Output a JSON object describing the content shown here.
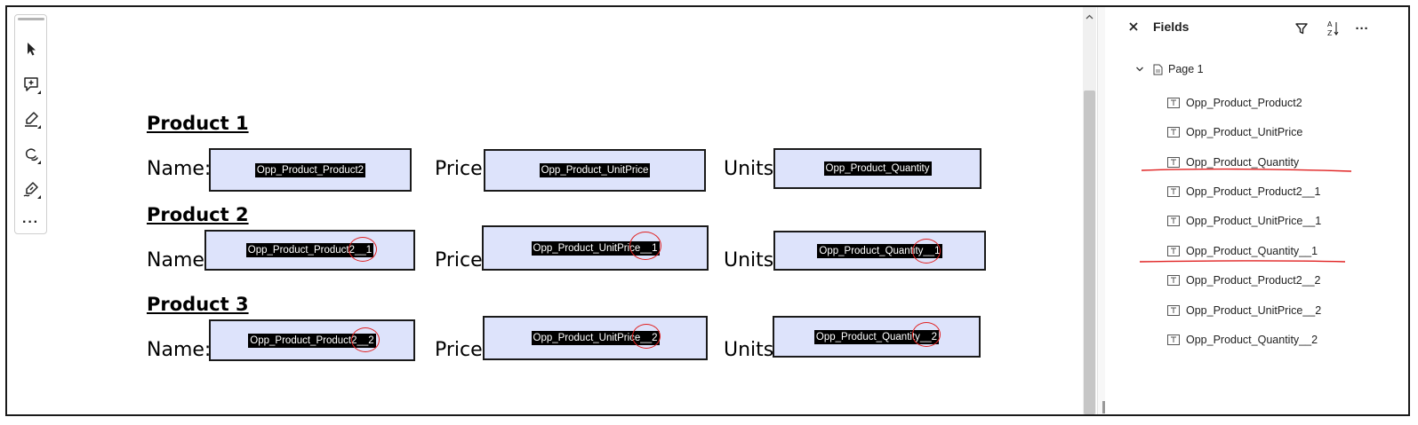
{
  "document": {
    "products": [
      {
        "heading": "Product 1",
        "name_label": "Name:",
        "price_label": "Price",
        "units_label": "Units",
        "fields": [
          "Opp_Product_Product2",
          "Opp_Product_UnitPrice",
          "Opp_Product_Quantity"
        ]
      },
      {
        "heading": "Product 2",
        "name_label": "Name:",
        "price_label": "Price",
        "units_label": "Units",
        "fields": [
          "Opp_Product_Product2__1",
          "Opp_Product_UnitPrice__1",
          "Opp_Product_Quantity__1"
        ]
      },
      {
        "heading": "Product 3",
        "name_label": "Name:",
        "price_label": "Price",
        "units_label": "Units",
        "fields": [
          "Opp_Product_Product2__2",
          "Opp_Product_UnitPrice__2",
          "Opp_Product_Quantity__2"
        ]
      }
    ]
  },
  "toolbar": {
    "tools": [
      "select-cursor-icon",
      "add-comment-icon",
      "highlight-pen-icon",
      "draw-freehand-icon",
      "sign-pen-icon"
    ],
    "more_label": "···"
  },
  "panel": {
    "title": "Fields",
    "close_label": "×",
    "page_label": "Page 1",
    "fields": [
      "Opp_Product_Product2",
      "Opp_Product_UnitPrice",
      "Opp_Product_Quantity",
      "Opp_Product_Product2__1",
      "Opp_Product_UnitPrice__1",
      "Opp_Product_Quantity__1",
      "Opp_Product_Product2__2",
      "Opp_Product_UnitPrice__2",
      "Opp_Product_Quantity__2"
    ],
    "more_label": "···"
  },
  "colors": {
    "field_fill": "#dde3fb",
    "annotation_red": "#e02020"
  }
}
